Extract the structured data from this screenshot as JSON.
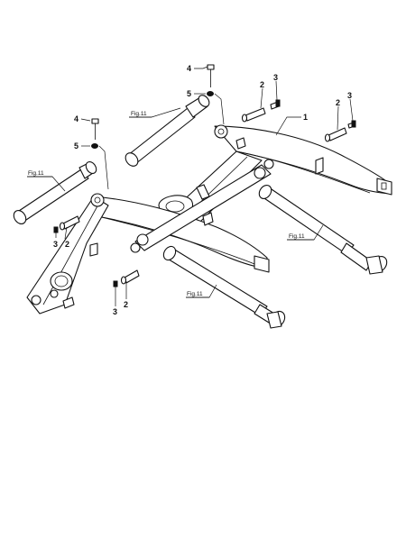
{
  "diagram": {
    "colors": {
      "line": "#111111",
      "background": "#ffffff"
    },
    "fig_refs": [
      {
        "id": "fig-top",
        "label": "Fig.11"
      },
      {
        "id": "fig-left",
        "label": "Fig.11"
      },
      {
        "id": "fig-right",
        "label": "Fig.11"
      },
      {
        "id": "fig-bottom",
        "label": "Fig.11"
      }
    ],
    "callouts": [
      {
        "id": "c1",
        "number": "1"
      },
      {
        "id": "c2a",
        "number": "2"
      },
      {
        "id": "c3a",
        "number": "3"
      },
      {
        "id": "c2b",
        "number": "2"
      },
      {
        "id": "c3b",
        "number": "3"
      },
      {
        "id": "c4a",
        "number": "4"
      },
      {
        "id": "c5a",
        "number": "5"
      },
      {
        "id": "c4b",
        "number": "4"
      },
      {
        "id": "c5b",
        "number": "5"
      },
      {
        "id": "c2c",
        "number": "2"
      },
      {
        "id": "c3c",
        "number": "3"
      },
      {
        "id": "c2d",
        "number": "2"
      },
      {
        "id": "c3d",
        "number": "3"
      }
    ]
  }
}
